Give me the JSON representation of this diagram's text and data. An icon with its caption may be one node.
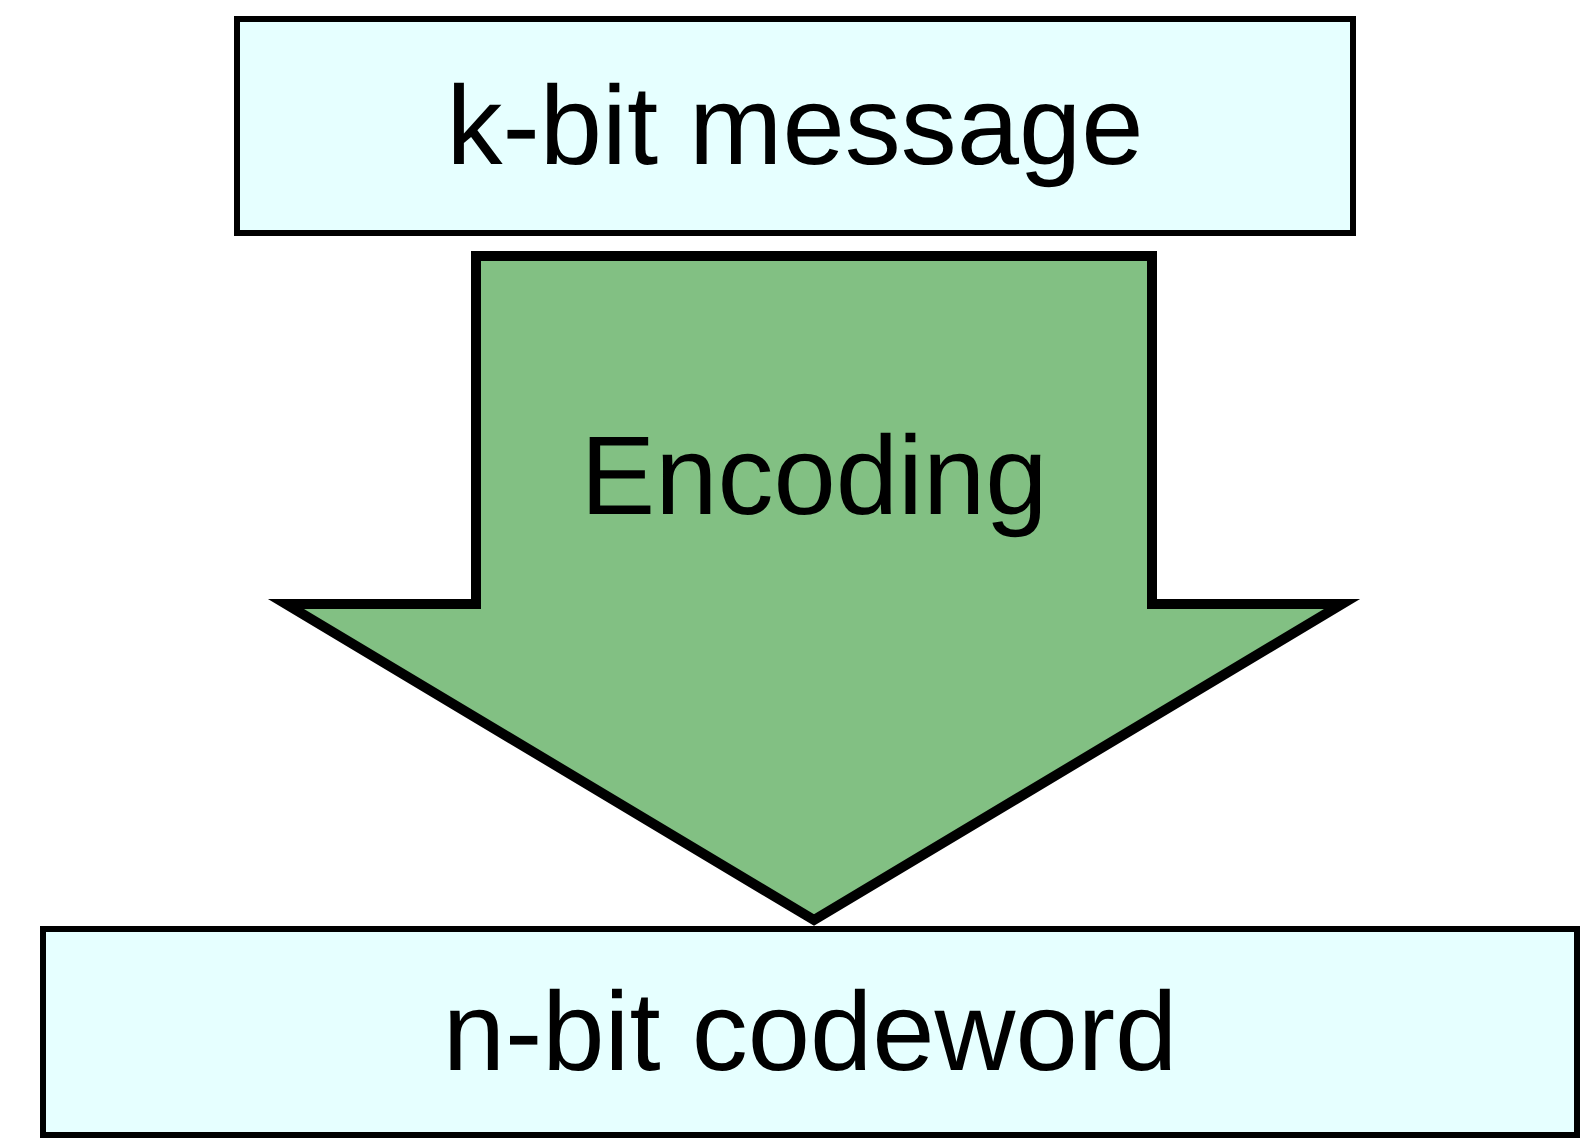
{
  "diagram": {
    "nodes": [
      {
        "text": [
          "k-bit message"
        ]
      },
      {
        "text": [
          "n-bit codeword"
        ]
      }
    ],
    "edges": [
      {
        "from": 0,
        "to": 1,
        "arrow": "to",
        "label": "Encoding",
        "style": "thick",
        "color": "#82c083"
      }
    ]
  }
}
